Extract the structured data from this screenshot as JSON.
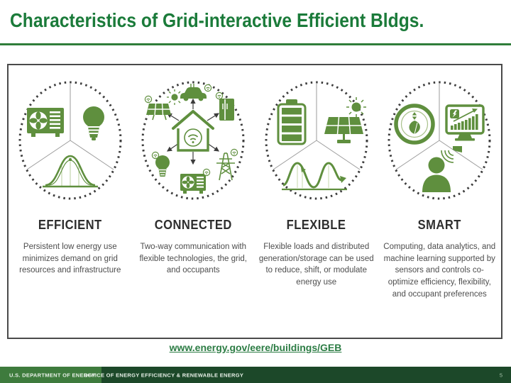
{
  "title": "Characteristics of Grid-interactive Efficient Bldgs.",
  "features": [
    {
      "label": "EFFICIENT",
      "description": "Persistent low energy use minimizes demand on grid resources and infrastructure",
      "icons": [
        "hvac-unit-icon",
        "led-bulb-icon",
        "load-curve-icon"
      ]
    },
    {
      "label": "CONNECTED",
      "description": "Two-way communication with flexible technologies, the grid, and occupants",
      "icons": [
        "smart-home-wifi-icon",
        "ev-car-icon",
        "refrigerator-icon",
        "transmission-tower-icon",
        "hvac-unit-icon",
        "light-bulb-icon",
        "solar-panel-sun-icon",
        "wifi-badge-icon",
        "arrow-icons"
      ]
    },
    {
      "label": "FLEXIBLE",
      "description": "Flexible loads and distributed generation/storage can be used to reduce, shift, or modulate energy use",
      "icons": [
        "battery-icon",
        "solar-panel-sun-icon",
        "duck-curve-icon"
      ]
    },
    {
      "label": "SMART",
      "description": "Computing, data analytics, and machine learning supported by sensors and controls co-optimize efficiency, flexibility, and occupant preferences",
      "icons": [
        "thermostat-leaf-icon",
        "analytics-monitor-icon",
        "occupant-sensor-icon"
      ]
    }
  ],
  "link": {
    "url_text": "www.energy.gov/eere/buildings/GEB"
  },
  "footer": {
    "agency": "U.S. DEPARTMENT OF ENERGY",
    "office": "OFFICE OF ENERGY EFFICIENCY & RENEWABLE ENERGY",
    "page_number": "5"
  },
  "colors": {
    "title_green": "#1b7b3a",
    "rule_green": "#2f7d3a",
    "icon_green": "#5f8f3e",
    "footer_light_green": "#3e7b3d",
    "footer_dark_green": "#1c4829",
    "link_green": "#2c7c44"
  }
}
